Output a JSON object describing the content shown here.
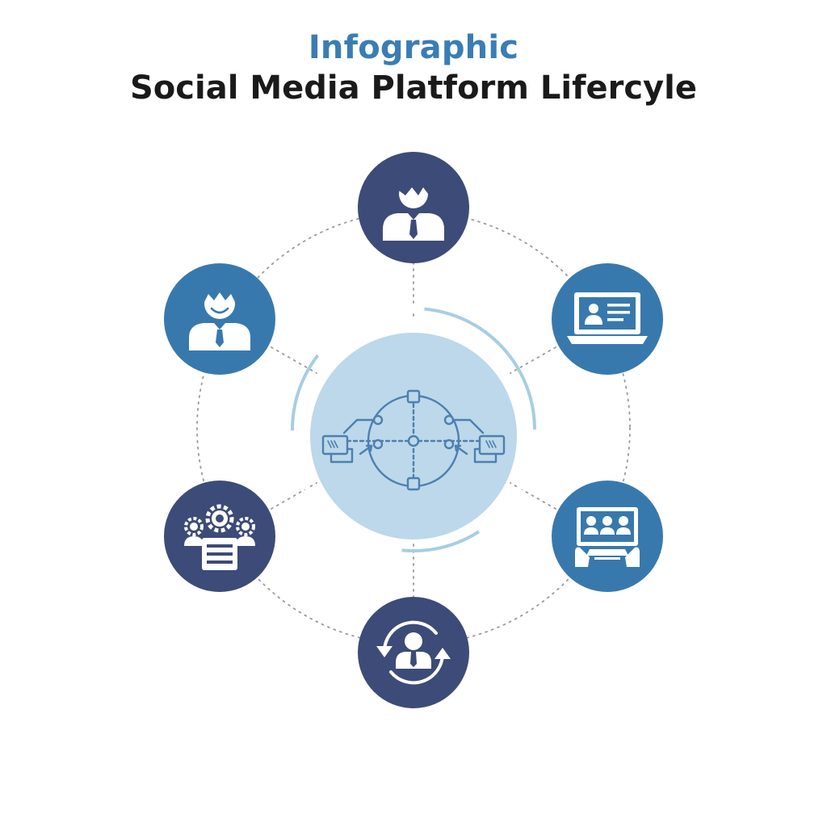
{
  "header": {
    "kicker": "Infographic",
    "title": "Social Media Platform Lifercyle"
  },
  "colors": {
    "kicker": "#3a7db5",
    "title": "#1a1a1a",
    "navy": "#3d4b78",
    "blue": "#3879ad",
    "hub_fill": "#bcd8ea",
    "hub_ring": "#a9cde2",
    "hub_icon": "#4e7fae",
    "connector": "#9a9a9a",
    "background": "#ffffff"
  },
  "hub": {
    "icon": "network-nodes-icon"
  },
  "nodes": [
    {
      "id": "top",
      "icon": "businessman-icon",
      "color": "navy"
    },
    {
      "id": "upper-right",
      "icon": "laptop-profile-icon",
      "color": "blue"
    },
    {
      "id": "lower-right",
      "icon": "video-conference-icon",
      "color": "blue"
    },
    {
      "id": "bottom",
      "icon": "user-cycle-icon",
      "color": "navy"
    },
    {
      "id": "lower-left",
      "icon": "team-gears-icon",
      "color": "navy"
    },
    {
      "id": "upper-left",
      "icon": "smiling-user-icon",
      "color": "blue"
    }
  ]
}
